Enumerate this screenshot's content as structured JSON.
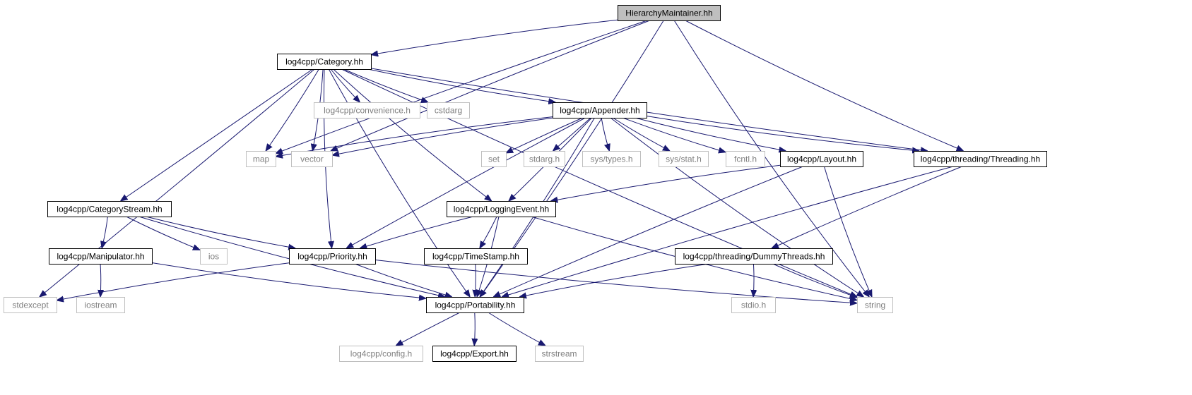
{
  "colors": {
    "edge": "#191970",
    "root_fill": "#bfbfbf",
    "node_border": "#000000",
    "external_border": "#bfbfbf",
    "external_text": "#7f7f7f"
  },
  "nodes": [
    {
      "id": "hm",
      "label": "HierarchyMaintainer.hh",
      "kind": "root"
    },
    {
      "id": "cat",
      "label": "log4cpp/Category.hh",
      "kind": "doc"
    },
    {
      "id": "conv",
      "label": "log4cpp/convenience.h",
      "kind": "ext"
    },
    {
      "id": "cstdarg",
      "label": "cstdarg",
      "kind": "ext"
    },
    {
      "id": "app",
      "label": "log4cpp/Appender.hh",
      "kind": "doc"
    },
    {
      "id": "map",
      "label": "map",
      "kind": "ext"
    },
    {
      "id": "vector",
      "label": "vector",
      "kind": "ext"
    },
    {
      "id": "set",
      "label": "set",
      "kind": "ext"
    },
    {
      "id": "stdargh",
      "label": "stdarg.h",
      "kind": "ext"
    },
    {
      "id": "systypes",
      "label": "sys/types.h",
      "kind": "ext"
    },
    {
      "id": "sysstat",
      "label": "sys/stat.h",
      "kind": "ext"
    },
    {
      "id": "fcntl",
      "label": "fcntl.h",
      "kind": "ext"
    },
    {
      "id": "layout",
      "label": "log4cpp/Layout.hh",
      "kind": "doc"
    },
    {
      "id": "threading",
      "label": "log4cpp/threading/Threading.hh",
      "kind": "doc"
    },
    {
      "id": "catstream",
      "label": "log4cpp/CategoryStream.hh",
      "kind": "doc"
    },
    {
      "id": "logevt",
      "label": "log4cpp/LoggingEvent.hh",
      "kind": "doc"
    },
    {
      "id": "ios",
      "label": "ios",
      "kind": "ext"
    },
    {
      "id": "manip",
      "label": "log4cpp/Manipulator.hh",
      "kind": "doc"
    },
    {
      "id": "prio",
      "label": "log4cpp/Priority.hh",
      "kind": "doc"
    },
    {
      "id": "ts",
      "label": "log4cpp/TimeStamp.hh",
      "kind": "doc"
    },
    {
      "id": "dummy",
      "label": "log4cpp/threading/DummyThreads.hh",
      "kind": "doc"
    },
    {
      "id": "stdexcept",
      "label": "stdexcept",
      "kind": "ext"
    },
    {
      "id": "iostream",
      "label": "iostream",
      "kind": "ext"
    },
    {
      "id": "port",
      "label": "log4cpp/Portability.hh",
      "kind": "doc"
    },
    {
      "id": "stdioh",
      "label": "stdio.h",
      "kind": "ext"
    },
    {
      "id": "string",
      "label": "string",
      "kind": "ext"
    },
    {
      "id": "config",
      "label": "log4cpp/config.h",
      "kind": "ext"
    },
    {
      "id": "export",
      "label": "log4cpp/Export.hh",
      "kind": "doc"
    },
    {
      "id": "strstream",
      "label": "strstream",
      "kind": "ext"
    }
  ],
  "edges": [
    [
      "hm",
      "cat"
    ],
    [
      "hm",
      "map"
    ],
    [
      "hm",
      "vector"
    ],
    [
      "hm",
      "threading"
    ],
    [
      "hm",
      "string"
    ],
    [
      "hm",
      "port"
    ],
    [
      "cat",
      "conv"
    ],
    [
      "cat",
      "cstdarg"
    ],
    [
      "cat",
      "app"
    ],
    [
      "cat",
      "map"
    ],
    [
      "cat",
      "vector"
    ],
    [
      "cat",
      "stdexcept"
    ],
    [
      "cat",
      "catstream"
    ],
    [
      "cat",
      "logevt"
    ],
    [
      "cat",
      "prio"
    ],
    [
      "cat",
      "port"
    ],
    [
      "cat",
      "threading"
    ],
    [
      "cat",
      "string"
    ],
    [
      "app",
      "map"
    ],
    [
      "app",
      "vector"
    ],
    [
      "app",
      "set"
    ],
    [
      "app",
      "stdargh"
    ],
    [
      "app",
      "systypes"
    ],
    [
      "app",
      "sysstat"
    ],
    [
      "app",
      "fcntl"
    ],
    [
      "app",
      "layout"
    ],
    [
      "app",
      "threading"
    ],
    [
      "app",
      "logevt"
    ],
    [
      "app",
      "prio"
    ],
    [
      "app",
      "port"
    ],
    [
      "app",
      "string"
    ],
    [
      "layout",
      "logevt"
    ],
    [
      "layout",
      "port"
    ],
    [
      "layout",
      "string"
    ],
    [
      "threading",
      "dummy"
    ],
    [
      "threading",
      "port"
    ],
    [
      "catstream",
      "manip"
    ],
    [
      "catstream",
      "ios"
    ],
    [
      "catstream",
      "prio"
    ],
    [
      "catstream",
      "port"
    ],
    [
      "logevt",
      "prio"
    ],
    [
      "logevt",
      "ts"
    ],
    [
      "logevt",
      "port"
    ],
    [
      "logevt",
      "string"
    ],
    [
      "manip",
      "iostream"
    ],
    [
      "manip",
      "port"
    ],
    [
      "prio",
      "stdexcept"
    ],
    [
      "prio",
      "port"
    ],
    [
      "prio",
      "string"
    ],
    [
      "ts",
      "port"
    ],
    [
      "dummy",
      "stdioh"
    ],
    [
      "dummy",
      "string"
    ],
    [
      "dummy",
      "port"
    ],
    [
      "port",
      "config"
    ],
    [
      "port",
      "export"
    ],
    [
      "port",
      "strstream"
    ]
  ]
}
